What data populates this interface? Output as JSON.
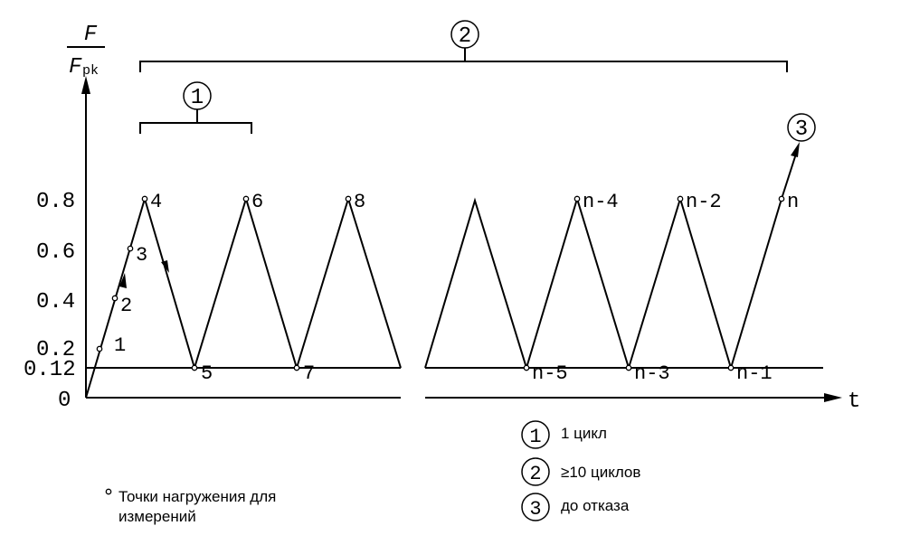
{
  "axis": {
    "y_label_num": "F",
    "y_label_den": "F",
    "y_label_den_sub": "pk",
    "x_label": "t",
    "y_ticks": [
      "0.8",
      "0.6",
      "0.4",
      "0.2",
      "0.12",
      "0"
    ]
  },
  "brackets": {
    "b1": "1",
    "b2": "2",
    "b3": "3"
  },
  "points": {
    "p1": "1",
    "p2": "2",
    "p3": "3",
    "p4": "4",
    "p5": "5",
    "p6": "6",
    "p7": "7",
    "p8": "8",
    "pn5": "n-5",
    "pn4": "n-4",
    "pn3": "n-3",
    "pn2": "n-2",
    "pn1": "n-1",
    "pn": "n"
  },
  "legend": {
    "items": [
      {
        "num": "1",
        "text": "1 цикл"
      },
      {
        "num": "2",
        "text": "≥10 циклов"
      },
      {
        "num": "3",
        "text": "до отказа"
      }
    ],
    "points_note_line1": "Точки нагружения для",
    "points_note_line2": "измерений"
  },
  "colors": {
    "ink": "#000000",
    "background": "#ffffff"
  }
}
